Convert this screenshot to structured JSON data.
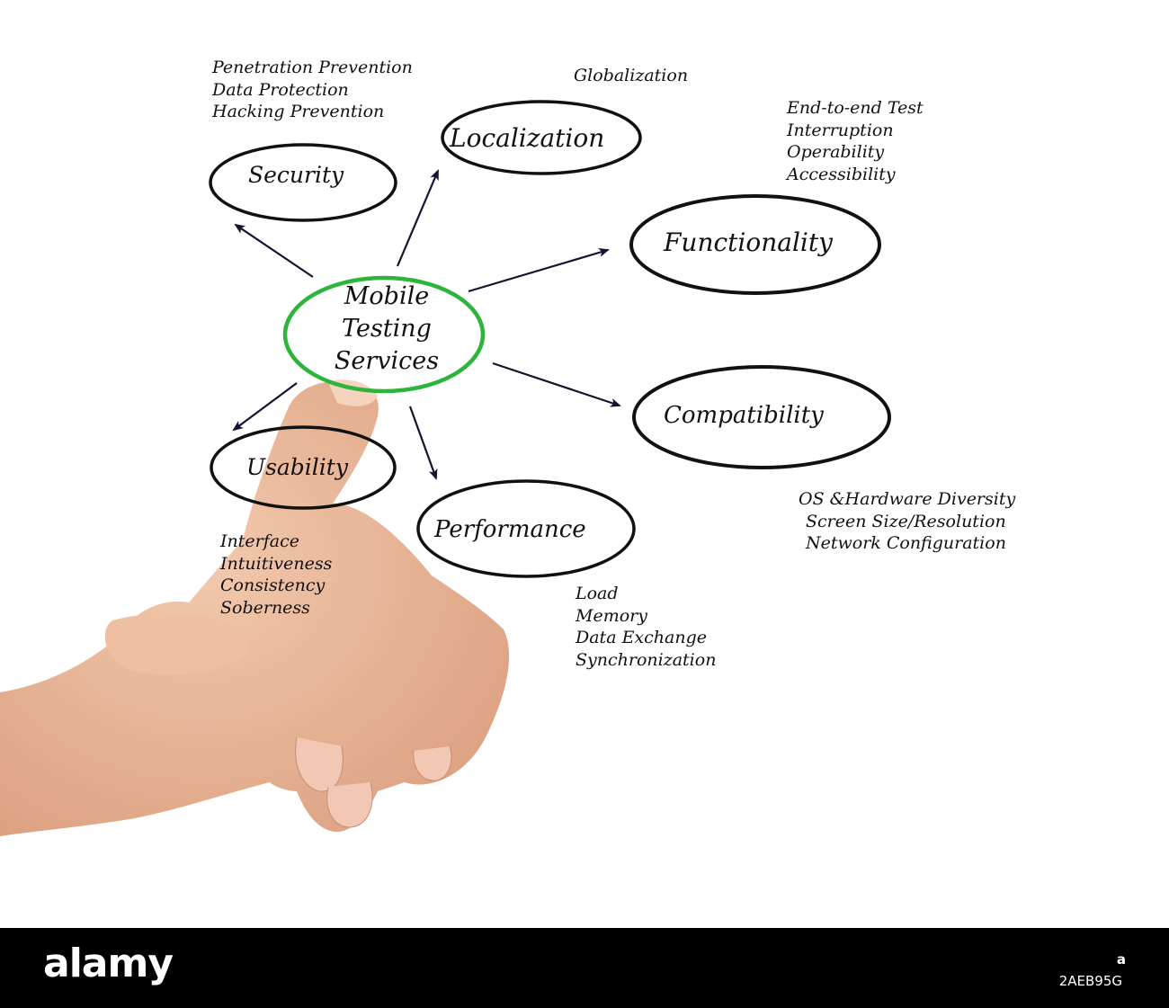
{
  "diagram": {
    "center": {
      "lines": [
        "Mobile",
        "Testing",
        "Services"
      ],
      "ring_color": "#2db43a"
    },
    "nodes": {
      "security": {
        "label": "Security",
        "details": [
          "Penetration Prevention",
          "Data Protection",
          "Hacking Prevention"
        ]
      },
      "localization": {
        "label": "Localization",
        "details": [
          "Globalization"
        ]
      },
      "functionality": {
        "label": "Functionality",
        "details": [
          "End-to-end Test",
          "Interruption",
          "Operability",
          "Accessibility"
        ]
      },
      "compatibility": {
        "label": "Compatibility",
        "details": [
          "OS &Hardware Diversity",
          "Screen Size/Resolution",
          "Network Configuration"
        ]
      },
      "usability": {
        "label": "Usability",
        "details": [
          "Interface",
          "Intuitiveness",
          "Consistency",
          "Soberness"
        ]
      },
      "performance": {
        "label": "Performance",
        "details": [
          "Load",
          "Memory",
          "Data Exchange",
          "Synchronization"
        ]
      }
    },
    "ellipse_color": "#111111",
    "arrow_color": "#1a1030",
    "skin_color": "#e9b596"
  },
  "footer": {
    "brand": "alamy",
    "image_id": "2AEB95G",
    "watermark": "a"
  }
}
